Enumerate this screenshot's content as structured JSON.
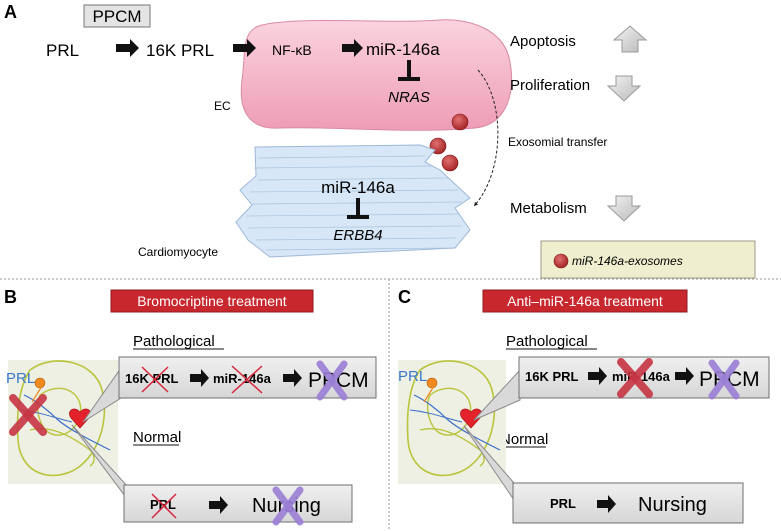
{
  "panels": {
    "a": {
      "letter": "A",
      "ppcm_box": "PPCM",
      "pathway": {
        "prl": "PRL",
        "k16_prl": "16K PRL",
        "nfkb": "NF-κB",
        "mir": "miR-146a",
        "nras": "NRAS"
      },
      "ec_label": "EC",
      "cardio": {
        "mir": "miR-146a",
        "erbb4": "ERBB4",
        "label": "Cardiomyocyte"
      },
      "effects": [
        {
          "label": "Apoptosis",
          "direction": "up"
        },
        {
          "label": "Proliferation",
          "direction": "down"
        },
        {
          "label": "Metabolism",
          "direction": "down"
        }
      ],
      "transfer_label": "Exosomial transfer",
      "legend_label": "miR-146a-exosomes"
    },
    "b": {
      "letter": "B",
      "title": "Bromocriptine treatment",
      "prl_label": "PRL",
      "pathological_label": "Pathological",
      "normal_label": "Normal",
      "path_row": {
        "k16_prl": "16K PRL",
        "mir": "miR-146a",
        "ppcm": "PPCM"
      },
      "normal_row": {
        "prl": "PRL",
        "nursing": "Nursing"
      }
    },
    "c": {
      "letter": "C",
      "title": "Anti–miR-146a treatment",
      "prl_label": "PRL",
      "pathological_label": "Pathological",
      "normal_label": "Normal",
      "path_row": {
        "k16_prl": "16K PRL",
        "mir": "miR-146a",
        "ppcm": "PPCM"
      },
      "normal_row": {
        "prl": "PRL",
        "nursing": "Nursing"
      }
    }
  },
  "colors": {
    "title_red": "#c8272d",
    "ec_pink": "#f6b7c9",
    "cardio_blue": "#d5e6f6",
    "arrow_gray": "#d9d9d9",
    "legend_bg": "#efefd0",
    "cross_red": "#d9263a",
    "cross_purple": "#9b7fd6",
    "fetus_green": "#b9c43a"
  }
}
